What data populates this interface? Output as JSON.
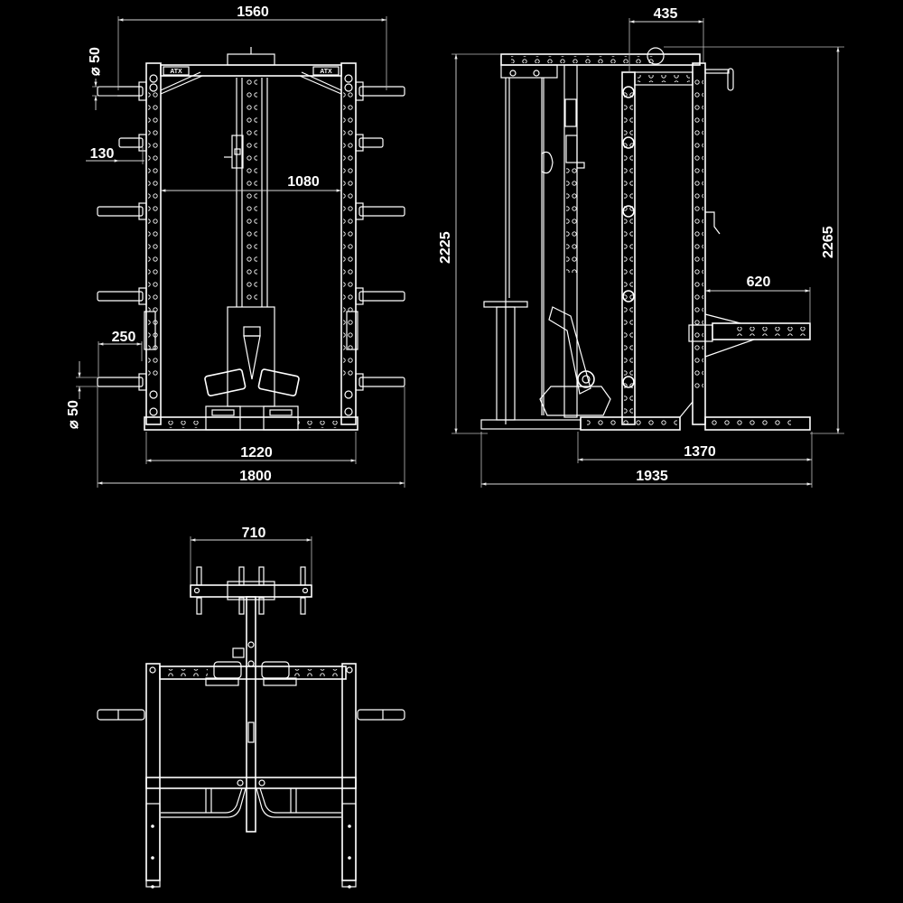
{
  "drawing": {
    "background": "#000000",
    "line_color": "#ffffff",
    "brand_logo": "ATX",
    "views": {
      "front": {
        "dimensions": {
          "overall_top_width": "1560",
          "inner_width": "1080",
          "peg_length": "130",
          "peg_diameter_top": "⌀ 50",
          "peg_offset": "250",
          "peg_diameter_bottom": "⌀ 50",
          "base_width": "1220",
          "overall_width": "1800"
        }
      },
      "side": {
        "dimensions": {
          "top_depth": "435",
          "height_left": "2225",
          "height_right": "2265",
          "spotter_arm": "620",
          "base_depth": "1370",
          "overall_depth": "1935"
        }
      },
      "top": {
        "dimensions": {
          "plate_holder_width": "710"
        }
      }
    }
  }
}
